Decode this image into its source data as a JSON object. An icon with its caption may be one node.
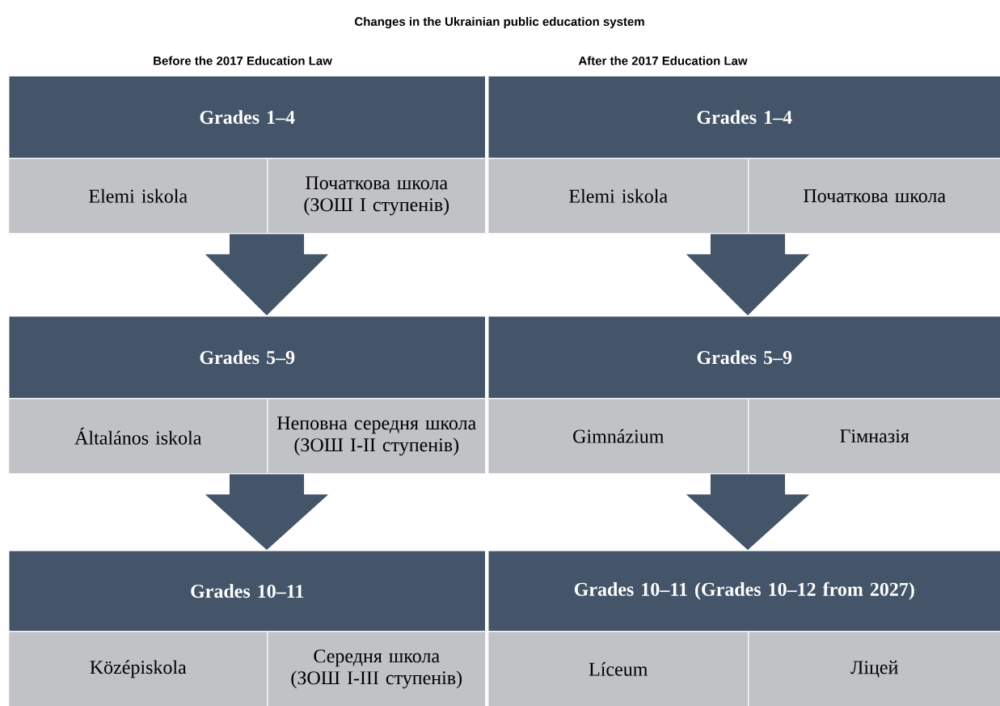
{
  "diagram": {
    "title": "Changes in the Ukrainian public education system",
    "labels": [
      "Before the 2017 Education Law",
      "After the 2017 Education Law"
    ],
    "nodes": [
      {
        "text": [
          "Grades 1–4"
        ]
      },
      {
        "text": [
          "Elemi iskola"
        ]
      },
      {
        "text": [
          "Початкова школа (ЗОШ I ступенів)"
        ]
      },
      {
        "text": [
          "Grades 5–9"
        ]
      },
      {
        "text": [
          "Általános iskola"
        ]
      },
      {
        "text": [
          "Неповна середня школа (ЗОШ I-II ступенів)"
        ]
      },
      {
        "text": [
          "Grades 10–11"
        ]
      },
      {
        "text": [
          "Középiskola"
        ]
      },
      {
        "text": [
          "Середня школа (ЗОШ I-III ступенів)"
        ]
      },
      {
        "text": [
          "Grades 1–4"
        ]
      },
      {
        "text": [
          "Elemi iskola"
        ]
      },
      {
        "text": [
          "Початкова школа"
        ]
      },
      {
        "text": [
          "Grades 5–9"
        ]
      },
      {
        "text": [
          "Gimnázium"
        ]
      },
      {
        "text": [
          "Гімназія"
        ]
      },
      {
        "text": [
          "Grades 10–11 (Grades 10–12 from 2027)"
        ]
      },
      {
        "text": [
          "Líceum"
        ]
      },
      {
        "text": [
          "Ліцей"
        ]
      }
    ],
    "edges": [
      {
        "from": 0,
        "to": 3,
        "arrow": "to"
      },
      {
        "from": 3,
        "to": 6,
        "arrow": "to"
      },
      {
        "from": 9,
        "to": 12,
        "arrow": "to"
      },
      {
        "from": 12,
        "to": 15,
        "arrow": "to"
      }
    ]
  }
}
